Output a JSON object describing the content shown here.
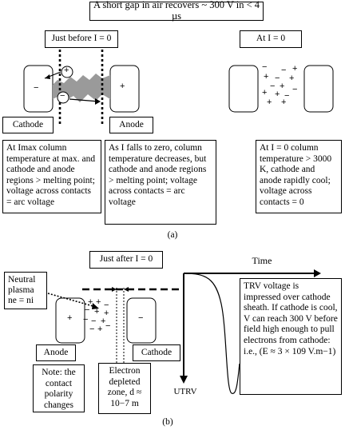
{
  "title": "A short gap in air recovers ~ 300 V in < 4 µs",
  "part_a": {
    "caption": "(a)",
    "before_label": "Just before I = 0",
    "at_label": "At I = 0",
    "cathode_label": "Cathode",
    "anode_label": "Anode",
    "desc1": "At Imax column temperature at max. and cathode and anode regions > melting point; voltage across contacts = arc voltage",
    "desc2": "As I falls to zero, column temperature decreases, but cathode and anode regions > melting point; voltage across contacts = arc voltage",
    "desc3": "At I = 0 column temperature > 3000 K, cathode and anode rapidly cool; voltage across contacts = 0"
  },
  "part_b": {
    "caption": "(b)",
    "after_label": "Just after I = 0",
    "plasma_label": "Neutral plasma ne = ni",
    "time_label": "Time",
    "utrv_label": "UTRV",
    "anode_label": "Anode",
    "cathode_label": "Cathode",
    "polarity_note": "Note: the contact polarity changes",
    "depleted_note": "Electron depleted zone, d ≈ 10−7 m",
    "trv_note": "TRV voltage is impressed over cathode sheath. If cathode is cool, V can reach 300 V before field high enough to pull electrons from cathode: i.e., (E ≈ 3 × 109 V.m−1)"
  }
}
